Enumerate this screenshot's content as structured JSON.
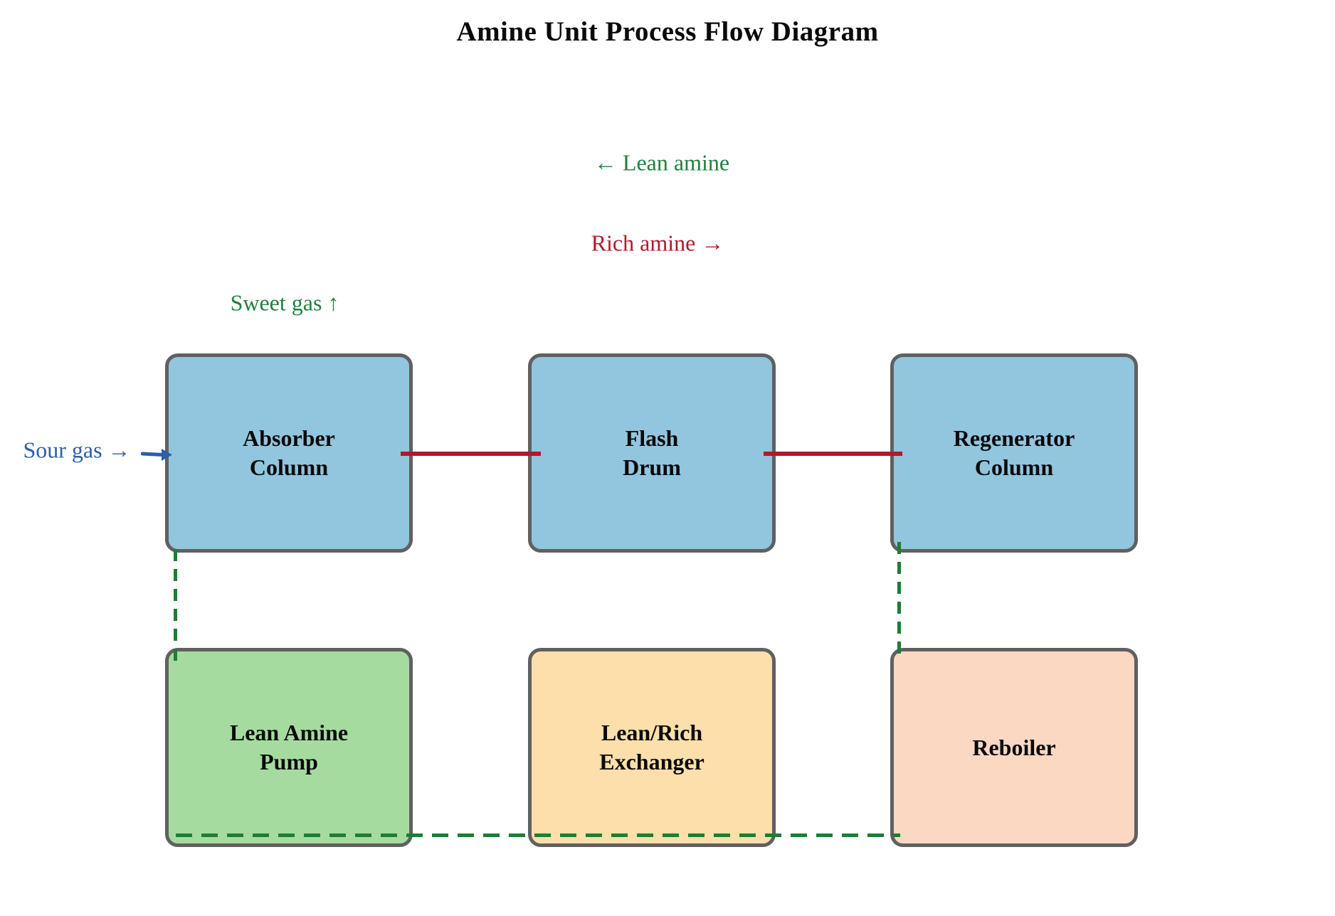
{
  "title": "Amine Unit Process Flow Diagram",
  "nodes": [
    {
      "id": "absorber-column",
      "label": "Absorber\nColumn",
      "fill": "#92C5DE"
    },
    {
      "id": "flash-drum",
      "label": "Flash\nDrum",
      "fill": "#92C5DE"
    },
    {
      "id": "regenerator-column",
      "label": "Regenerator\nColumn",
      "fill": "#92C5DE"
    },
    {
      "id": "lean-amine-pump",
      "label": "Lean Amine\nPump",
      "fill": "#A6DBA0"
    },
    {
      "id": "lean-rich-exchanger",
      "label": "Lean/Rich\nExchanger",
      "fill": "#FCDFAB"
    },
    {
      "id": "reboiler",
      "label": "Reboiler",
      "fill": "#FBD8C2"
    }
  ],
  "stream_labels": [
    {
      "id": "lean-amine",
      "text": "← Lean amine",
      "color": "#21803F"
    },
    {
      "id": "rich-amine",
      "text": "Rich amine →",
      "color": "#B2182B"
    },
    {
      "id": "sweet-gas",
      "text": "Sweet gas ↑",
      "color": "#21803F"
    },
    {
      "id": "sour-gas",
      "text": "Sour gas →",
      "color": "#2D5FA8"
    }
  ],
  "connections": [
    {
      "id": "rich-line-absorber-to-flash",
      "style": "solid",
      "color": "#B2182B",
      "from": "absorber-column",
      "to": "flash-drum"
    },
    {
      "id": "rich-line-flash-to-regenerator",
      "style": "solid",
      "color": "#B2182B",
      "from": "flash-drum",
      "to": "regenerator-column"
    },
    {
      "id": "lean-line-absorber-to-pump",
      "style": "dashed",
      "color": "#1E7D34",
      "from": "absorber-column",
      "to": "lean-amine-pump"
    },
    {
      "id": "lean-line-regenerator-to-reboiler",
      "style": "dashed",
      "color": "#1E7D34",
      "from": "regenerator-column",
      "to": "reboiler"
    },
    {
      "id": "lean-line-pump-to-reboiler",
      "style": "dashed",
      "color": "#1E7D34",
      "from": "lean-amine-pump",
      "to": "reboiler"
    }
  ],
  "colors": {
    "box_border": "#606060",
    "box_blue": "#92C5DE",
    "box_green": "#A6DBA0",
    "box_orange": "#FCDFAB",
    "box_pink": "#FBD8C2",
    "rich_amine_red": "#B2182B",
    "lean_amine_green": "#1E7D34",
    "sour_gas_blue": "#2D5FA8"
  }
}
